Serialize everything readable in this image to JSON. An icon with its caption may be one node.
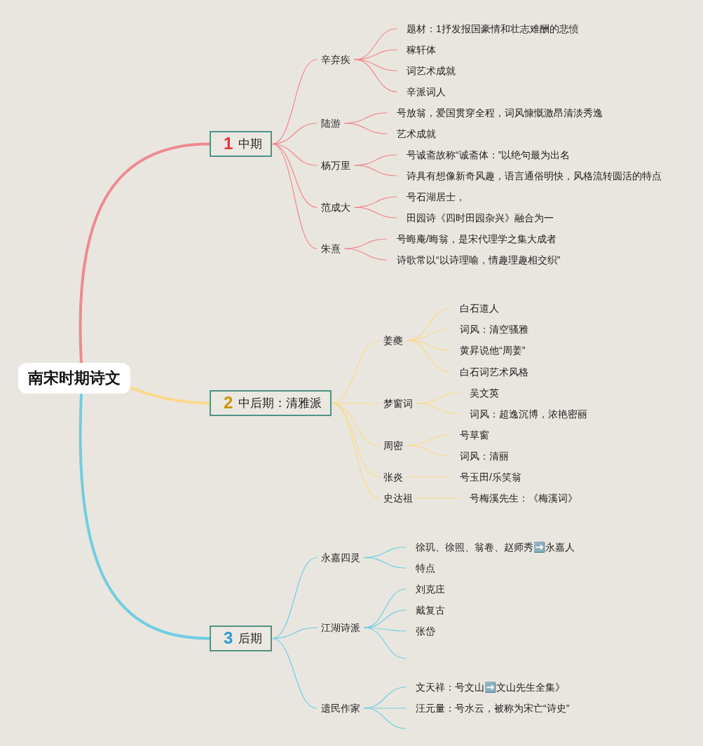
{
  "diagram": {
    "nodes": [
      {
        "text": [
          "南宋时期诗文"
        ]
      },
      {
        "text": [
          "1",
          "中期"
        ]
      },
      {
        "text": [
          "辛弃疾"
        ]
      },
      {
        "text": [
          "题材：1抒发报国豪情和壮志难酬的悲愤"
        ]
      },
      {
        "text": [
          "稼轩体"
        ]
      },
      {
        "text": [
          "词艺术成就"
        ]
      },
      {
        "text": [
          "辛派词人"
        ]
      },
      {
        "text": [
          "陆游"
        ]
      },
      {
        "text": [
          "号放翁，爱国贯穿全程，词风慷慨激昂清淡秀逸"
        ]
      },
      {
        "text": [
          "艺术成就"
        ]
      },
      {
        "text": [
          "杨万里"
        ]
      },
      {
        "text": [
          "号诚斋故称“诚斋体：”以绝句最为出名"
        ]
      },
      {
        "text": [
          "诗具有想像新奇风趣，语言通俗明快，风格流转圆活的特点"
        ]
      },
      {
        "text": [
          "范成大"
        ]
      },
      {
        "text": [
          "号石湖居士，"
        ]
      },
      {
        "text": [
          "田园诗《四时田园杂兴》融合为一"
        ]
      },
      {
        "text": [
          "朱熹"
        ]
      },
      {
        "text": [
          "号晦庵/晦翁，是宋代理学之集大成者"
        ]
      },
      {
        "text": [
          "诗歌常以“以诗理喻，情趣理趣相交织”"
        ]
      },
      {
        "text": [
          "2",
          "中后期：清雅派"
        ]
      },
      {
        "text": [
          "姜夔"
        ]
      },
      {
        "text": [
          "白石道人"
        ]
      },
      {
        "text": [
          "词风：清空骚雅"
        ]
      },
      {
        "text": [
          "黄昇说他“周姜”"
        ]
      },
      {
        "text": [
          "白石词艺术风格"
        ]
      },
      {
        "text": [
          "梦窗词"
        ]
      },
      {
        "text": [
          "吴文英"
        ]
      },
      {
        "text": [
          "词风：超逸沉博，浓艳密丽"
        ]
      },
      {
        "text": [
          "周密"
        ]
      },
      {
        "text": [
          "号草窗"
        ]
      },
      {
        "text": [
          "词风：清丽"
        ]
      },
      {
        "text": [
          "张炎"
        ]
      },
      {
        "text": [
          "号玉田/乐笑翁"
        ]
      },
      {
        "text": [
          "史达祖"
        ]
      },
      {
        "text": [
          "号梅溪先生：《梅溪词》"
        ]
      },
      {
        "text": [
          "3",
          "后期"
        ]
      },
      {
        "text": [
          "永嘉四灵"
        ]
      },
      {
        "text": [
          "徐玑、徐照、翁卷、赵师秀➡️永嘉人"
        ]
      },
      {
        "text": [
          "特点"
        ]
      },
      {
        "text": [
          "江湖诗派"
        ]
      },
      {
        "text": [
          "刘克庄"
        ]
      },
      {
        "text": [
          "戴复古"
        ]
      },
      {
        "text": [
          "张岱"
        ]
      },
      {
        "text": [
          "遗民作家"
        ]
      },
      {
        "text": [
          "文天祥：号文山➡️文山先生全集》"
        ]
      },
      {
        "text": [
          "汪元量：号水云，被称为宋亡“诗史”"
        ]
      }
    ],
    "edges": [
      {
        "from": 0,
        "to": 1,
        "arrow": "none",
        "style": "thick"
      },
      {
        "from": 1,
        "to": 2,
        "arrow": "none"
      },
      {
        "from": 2,
        "to": 3,
        "arrow": "none"
      },
      {
        "from": 2,
        "to": 4,
        "arrow": "none"
      },
      {
        "from": 2,
        "to": 5,
        "arrow": "none"
      },
      {
        "from": 2,
        "to": 6,
        "arrow": "none"
      },
      {
        "from": 1,
        "to": 7,
        "arrow": "none"
      },
      {
        "from": 7,
        "to": 8,
        "arrow": "none"
      },
      {
        "from": 7,
        "to": 9,
        "arrow": "none"
      },
      {
        "from": 1,
        "to": 10,
        "arrow": "none"
      },
      {
        "from": 10,
        "to": 11,
        "arrow": "none"
      },
      {
        "from": 10,
        "to": 12,
        "arrow": "none"
      },
      {
        "from": 1,
        "to": 13,
        "arrow": "none"
      },
      {
        "from": 13,
        "to": 14,
        "arrow": "none"
      },
      {
        "from": 13,
        "to": 15,
        "arrow": "none"
      },
      {
        "from": 1,
        "to": 16,
        "arrow": "none"
      },
      {
        "from": 16,
        "to": 17,
        "arrow": "none"
      },
      {
        "from": 16,
        "to": 18,
        "arrow": "none"
      },
      {
        "from": 0,
        "to": 19,
        "arrow": "none",
        "style": "thick",
        "color": "#fcd98a"
      },
      {
        "from": 19,
        "to": 20,
        "arrow": "none",
        "color": "#fcd98a"
      },
      {
        "from": 20,
        "to": 21,
        "arrow": "none",
        "color": "#fcd98a"
      },
      {
        "from": 20,
        "to": 22,
        "arrow": "none",
        "color": "#fcd98a"
      },
      {
        "from": 20,
        "to": 23,
        "arrow": "none",
        "color": "#fcd98a"
      },
      {
        "from": 20,
        "to": 24,
        "arrow": "none",
        "color": "#fcd98a"
      },
      {
        "from": 19,
        "to": 25,
        "arrow": "none",
        "color": "#fcd98a"
      },
      {
        "from": 25,
        "to": 26,
        "arrow": "none",
        "color": "#fcd98a"
      },
      {
        "from": 25,
        "to": 27,
        "arrow": "none",
        "color": "#fcd98a"
      },
      {
        "from": 19,
        "to": 28,
        "arrow": "none",
        "color": "#fcd98a"
      },
      {
        "from": 28,
        "to": 29,
        "arrow": "none",
        "color": "#fcd98a"
      },
      {
        "from": 28,
        "to": 30,
        "arrow": "none",
        "color": "#fcd98a"
      },
      {
        "from": 19,
        "to": 31,
        "arrow": "none",
        "color": "#fcd98a"
      },
      {
        "from": 31,
        "to": 32,
        "arrow": "none",
        "color": "#fcd98a"
      },
      {
        "from": 19,
        "to": 33,
        "arrow": "none",
        "color": "#fcd98a"
      },
      {
        "from": 33,
        "to": 34,
        "arrow": "none",
        "color": "#fcd98a"
      },
      {
        "from": 0,
        "to": 35,
        "arrow": "none",
        "style": "thick",
        "color": "#72cde0"
      },
      {
        "from": 35,
        "to": 36,
        "arrow": "none",
        "color": "#72cde0"
      },
      {
        "from": 36,
        "to": 37,
        "arrow": "none",
        "color": "#72cde0"
      },
      {
        "from": 36,
        "to": 38,
        "arrow": "none",
        "color": "#72cde0"
      },
      {
        "from": 35,
        "to": 39,
        "arrow": "none",
        "color": "#72cde0"
      },
      {
        "from": 39,
        "to": 40,
        "arrow": "none",
        "color": "#72cde0"
      },
      {
        "from": 39,
        "to": 41,
        "arrow": "none",
        "color": "#72cde0"
      },
      {
        "from": 39,
        "to": 42,
        "arrow": "none",
        "color": "#72cde0"
      },
      {
        "from": 39,
        "to": null,
        "arrow": "none",
        "color": "#72cde0"
      },
      {
        "from": 35,
        "to": 43,
        "arrow": "none",
        "color": "#72cde0"
      },
      {
        "from": 43,
        "to": 44,
        "arrow": "none",
        "color": "#72cde0"
      },
      {
        "from": 43,
        "to": 45,
        "arrow": "none",
        "color": "#72cde0"
      },
      {
        "from": 43,
        "to": null,
        "arrow": "none",
        "color": "#72cde0"
      }
    ]
  }
}
